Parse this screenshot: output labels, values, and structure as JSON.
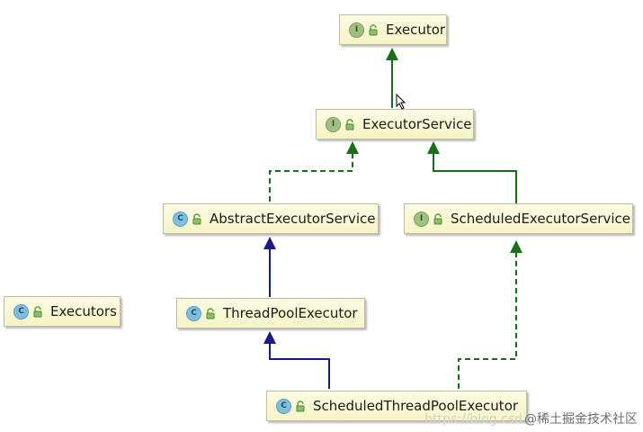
{
  "nodes": {
    "executor": {
      "label": "Executor",
      "kind": "I"
    },
    "executor_service": {
      "label": "ExecutorService",
      "kind": "I"
    },
    "abstract_executor_service": {
      "label": "AbstractExecutorService",
      "kind": "C"
    },
    "scheduled_executor_service": {
      "label": "ScheduledExecutorService",
      "kind": "I"
    },
    "executors": {
      "label": "Executors",
      "kind": "C"
    },
    "thread_pool_executor": {
      "label": "ThreadPoolExecutor",
      "kind": "C"
    },
    "scheduled_thread_pool_executor": {
      "label": "ScheduledThreadPoolExecutor",
      "kind": "C"
    }
  },
  "watermark": {
    "url": "https://blog.csd",
    "text": "@稀土掘金技术社区"
  },
  "colors": {
    "interface_edge": "#1a6e1a",
    "extends_edge": "#1a1a80",
    "node_fill": "#f9f7d2"
  }
}
